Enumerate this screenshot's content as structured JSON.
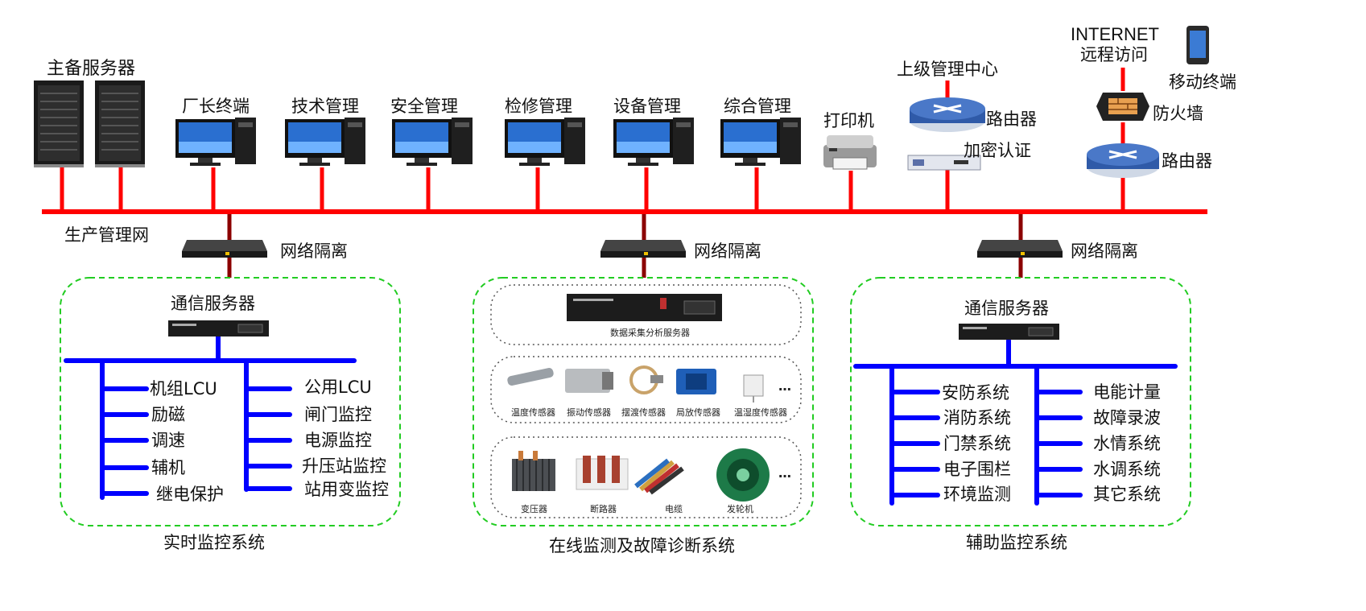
{
  "network": {
    "main_label": "生产管理网",
    "servers_label": "主备服务器",
    "terminals": [
      "厂长终端",
      "技术管理",
      "安全管理",
      "检修管理",
      "设备管理",
      "综合管理"
    ],
    "printer": "打印机",
    "upper_center": "上级管理中心",
    "router": "路由器",
    "encrypt": "加密认证",
    "internet": "INTERNET",
    "remote_access": "远程访问",
    "mobile": "移动终端",
    "firewall": "防火墙",
    "router2": "路由器",
    "isolation": [
      "网络隔离",
      "网络隔离",
      "网络隔离"
    ]
  },
  "realtime": {
    "title": "实时监控系统",
    "comm_server": "通信服务器",
    "left_items": [
      "机组LCU",
      "励磁",
      "调速",
      "辅机",
      "继电保护"
    ],
    "right_items": [
      "公用LCU",
      "闸门监控",
      "电源监控",
      "升压站监控",
      "站用变监控"
    ]
  },
  "online": {
    "title": "在线监测及故障诊断系统",
    "server_label": "数据采集分析服务器",
    "sensors": [
      "温度传感器",
      "振动传感器",
      "摆渡传感器",
      "局放传感器",
      "温湿度传感器"
    ],
    "equipment": [
      "变压器",
      "断路器",
      "电缆",
      "发轮机"
    ],
    "ellipsis": "…"
  },
  "aux": {
    "title": "辅助监控系统",
    "comm_server": "通信服务器",
    "left_items": [
      "安防系统",
      "消防系统",
      "门禁系统",
      "电子围栏",
      "环境监测"
    ],
    "right_items": [
      "电能计量",
      "故障录波",
      "水情系统",
      "水调系统",
      "其它系统"
    ]
  },
  "colors": {
    "network_line": "#ff0000",
    "isolation_line": "#8b0000",
    "bus_line": "#0000ff",
    "group_border": "#22cc22",
    "dotted_border": "#555555"
  }
}
